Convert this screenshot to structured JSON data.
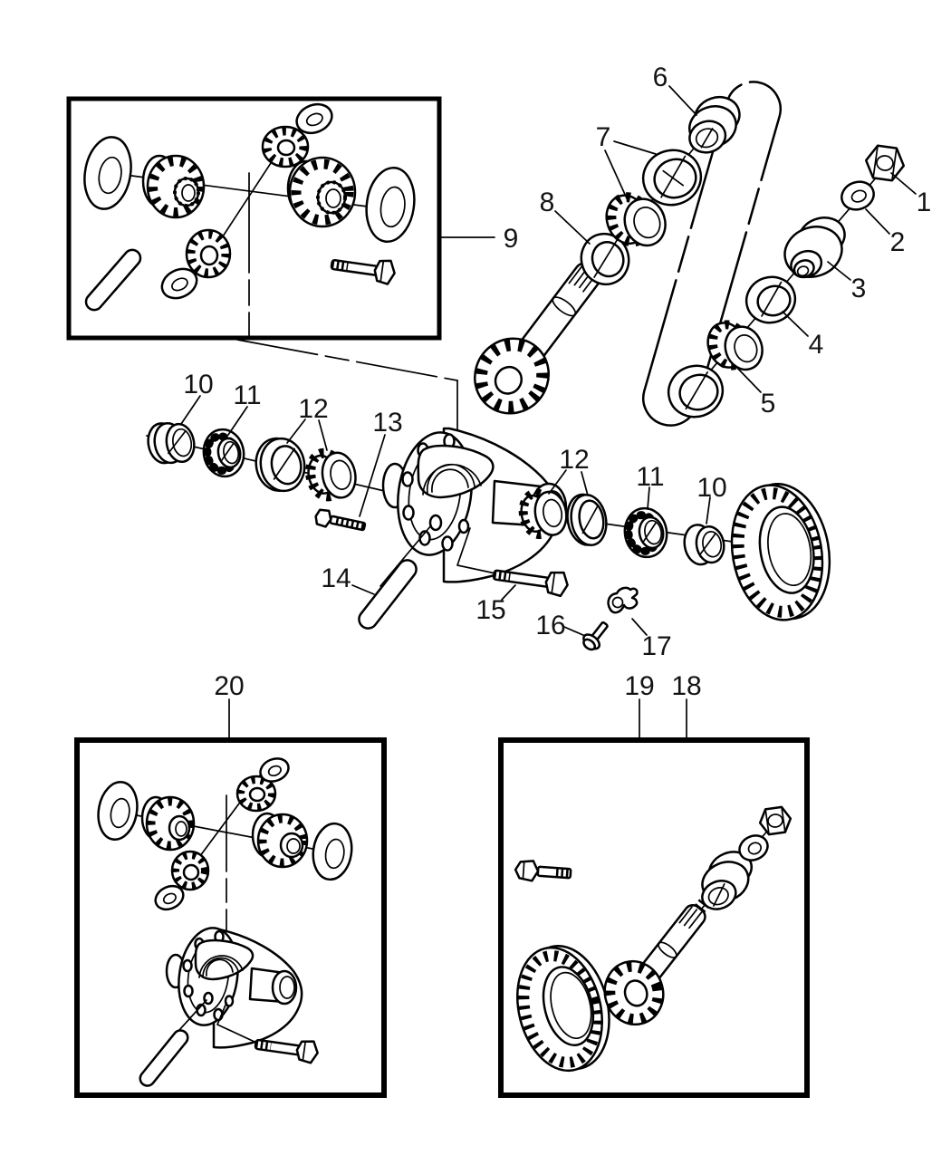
{
  "colors": {
    "line": "#000000",
    "background": "#ffffff"
  },
  "callouts": {
    "c1": {
      "label": "1"
    },
    "c2": {
      "label": "2"
    },
    "c3": {
      "label": "3"
    },
    "c4": {
      "label": "4"
    },
    "c5": {
      "label": "5"
    },
    "c6": {
      "label": "6"
    },
    "c7": {
      "label": "7"
    },
    "c8": {
      "label": "8"
    },
    "c9": {
      "label": "9"
    },
    "c10_left": {
      "label": "10"
    },
    "c11_left": {
      "label": "11"
    },
    "c12_left": {
      "label": "12"
    },
    "c13": {
      "label": "13"
    },
    "c14": {
      "label": "14"
    },
    "c15": {
      "label": "15"
    },
    "c16": {
      "label": "16"
    },
    "c17": {
      "label": "17"
    },
    "c12_right": {
      "label": "12"
    },
    "c11_right": {
      "label": "11"
    },
    "c10_right": {
      "label": "10"
    },
    "c18": {
      "label": "18"
    },
    "c19": {
      "label": "19"
    },
    "c20": {
      "label": "20"
    }
  }
}
